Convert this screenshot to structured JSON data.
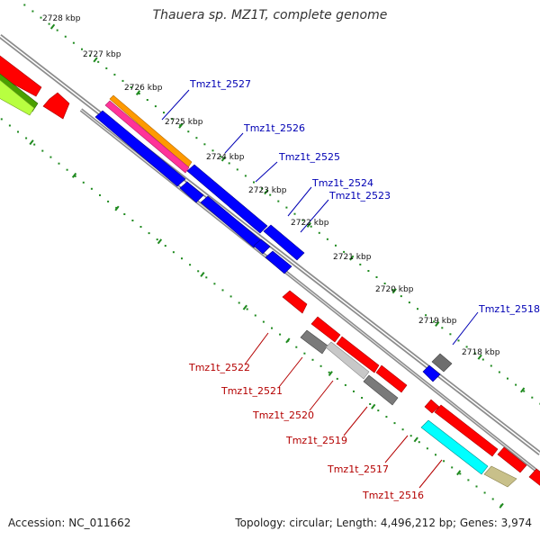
{
  "title": "Thauera sp. MZ1T, complete genome",
  "footer": {
    "accession": "Accession: NC_011662",
    "summary": "Topology: circular; Length: 4,496,212 bp; Genes: 3,974"
  },
  "colors": {
    "backbone": "#8c8c8c",
    "tick": "#1f8a1f",
    "forward_label": "#0000b4",
    "reverse_label": "#b40000"
  },
  "ruler": {
    "labels": [
      "2728 kbp",
      "2727 kbp",
      "2726 kbp",
      "2725 kbp",
      "2724 kbp",
      "2723 kbp",
      "2722 kbp",
      "2721 kbp",
      "2720 kbp",
      "2719 kbp",
      "2718 kbp"
    ]
  },
  "forward_labels": [
    "Tmz1t_2527",
    "Tmz1t_2526",
    "Tmz1t_2525",
    "Tmz1t_2524",
    "Tmz1t_2523",
    "Tmz1t_2518"
  ],
  "reverse_labels": [
    "Tmz1t_2522",
    "Tmz1t_2521",
    "Tmz1t_2520",
    "Tmz1t_2519",
    "Tmz1t_2517",
    "Tmz1t_2516"
  ]
}
